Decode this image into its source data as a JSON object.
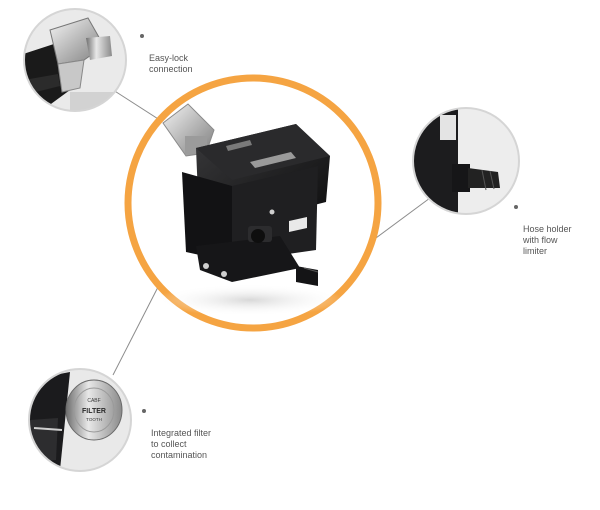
{
  "callouts": {
    "easy_lock": {
      "text": "Easy-lock\nconnection",
      "icon": "easy-lock-connection-closeup"
    },
    "hose_holder": {
      "text": "Hose holder\nwith flow\nlimiter",
      "icon": "hose-holder-closeup"
    },
    "filter": {
      "text": "Integrated filter\nto collect\ncontamination",
      "icon": "integrated-filter-closeup"
    }
  },
  "filter_cap_text": {
    "top": "CABF",
    "middle": "FILTER",
    "bottom": "TOOTH"
  },
  "colors": {
    "accent_ring": "#f5a442",
    "device_body": "#1c1c1e",
    "callout_line": "#8c8c8c",
    "circle_border": "#d5d5d5"
  }
}
